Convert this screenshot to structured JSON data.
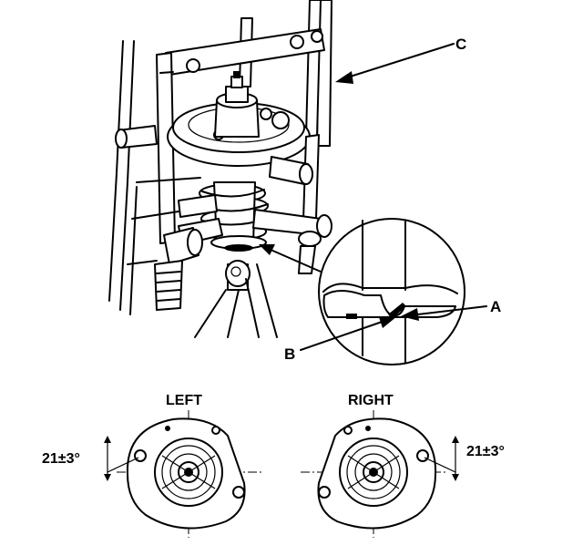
{
  "callouts": {
    "a": "A",
    "b": "B",
    "c": "C"
  },
  "mounts": {
    "left": {
      "caption": "LEFT",
      "angle": "21±3°"
    },
    "right": {
      "caption": "RIGHT",
      "angle": "21±3°"
    }
  }
}
